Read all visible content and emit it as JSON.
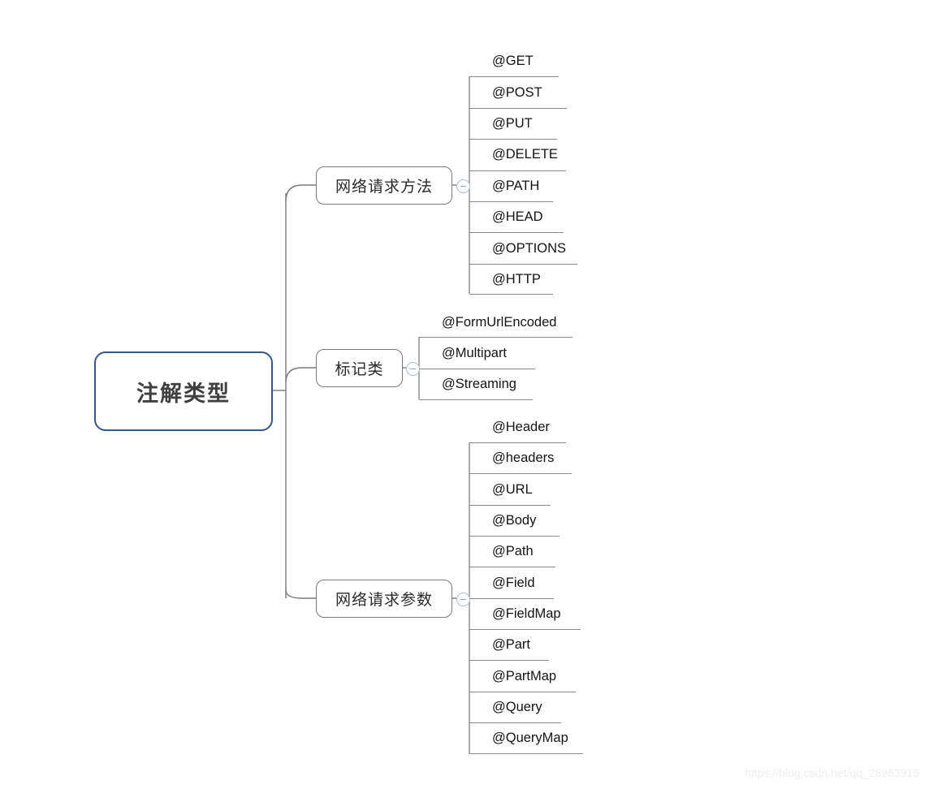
{
  "diagram": {
    "type": "mindmap",
    "title": "注解类型",
    "root": {
      "label": "注解类型",
      "border_color": "#3a5683",
      "text_color": "#3f3f3f"
    },
    "branch_border_color": "#7a7a7a",
    "connector_color": "#8a8a8a",
    "toggle_color": "#a9bede",
    "toggle_icon": "minus-circle-icon",
    "branches": [
      {
        "label": "网络请求方法",
        "toggle": "collapse-toggle",
        "children": [
          {
            "label": "@GET"
          },
          {
            "label": "@POST"
          },
          {
            "label": "@PUT"
          },
          {
            "label": "@DELETE"
          },
          {
            "label": "@PATH"
          },
          {
            "label": "@HEAD"
          },
          {
            "label": "@OPTIONS"
          },
          {
            "label": "@HTTP"
          }
        ]
      },
      {
        "label": "标记类",
        "toggle": "collapse-toggle",
        "children": [
          {
            "label": "@FormUrlEncoded"
          },
          {
            "label": "@Multipart"
          },
          {
            "label": "@Streaming"
          }
        ]
      },
      {
        "label": "网络请求参数",
        "toggle": "collapse-toggle",
        "children": [
          {
            "label": "@Header"
          },
          {
            "label": "@headers"
          },
          {
            "label": "@URL"
          },
          {
            "label": "@Body"
          },
          {
            "label": "@Path"
          },
          {
            "label": "@Field"
          },
          {
            "label": "@FieldMap"
          },
          {
            "label": "@Part"
          },
          {
            "label": "@PartMap"
          },
          {
            "label": "@Query"
          },
          {
            "label": "@QueryMap"
          }
        ]
      }
    ]
  },
  "watermark": {
    "text": "https://blog.csdn.net/qq_28963915"
  }
}
